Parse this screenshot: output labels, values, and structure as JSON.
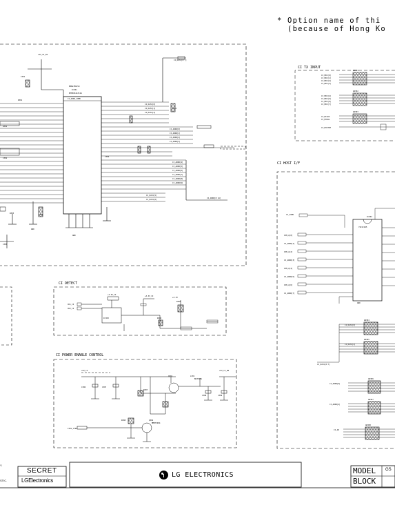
{
  "note": {
    "line1": "* Option name of thi",
    "line2": "  (because of Hong Ko"
  },
  "sections": {
    "ci_tx_input": "CI TX INPUT",
    "ci_host_if": "CI HOST I/F",
    "ci_detect": "CI DETECT",
    "ci_power_enable": "CI POWER ENABLE CONTROL"
  },
  "title_block": {
    "secret": "SECRET",
    "lg_small": "LGElectronics",
    "lg_brand": "LG ELECTRONICS",
    "left_fragment_1": "Y.",
    "left_fragment_2": "STIC.",
    "model": "MODEL",
    "block": "BLOCK",
    "model_value_fragment": "GS"
  },
  "logo": {
    "icon": "lg-logo-icon"
  },
  "colors": {
    "ink": "#000000",
    "paper": "#ffffff"
  }
}
